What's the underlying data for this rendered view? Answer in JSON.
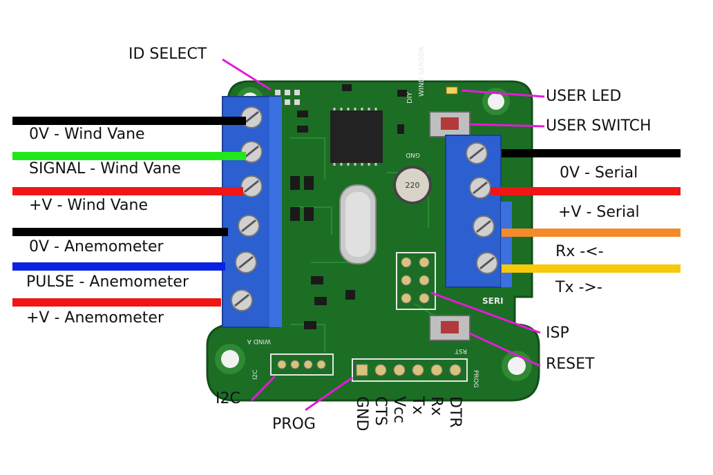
{
  "labels": {
    "id_select": "ID SELECT",
    "user_led": "USER LED",
    "user_switch": "USER SWITCH",
    "isp": "ISP",
    "reset": "RESET",
    "i2c": "I2C",
    "prog": "PROG"
  },
  "left_wires": [
    {
      "label": "0V - Wind Vane",
      "color": "#000000"
    },
    {
      "label": "SIGNAL - Wind Vane",
      "color": "#22e81b"
    },
    {
      "label": "+V - Wind Vane",
      "color": "#f01616"
    },
    {
      "label": "0V - Anemometer",
      "color": "#000000"
    },
    {
      "label": "PULSE - Anemometer",
      "color": "#0a22e0"
    },
    {
      "label": "+V - Anemometer",
      "color": "#f01616"
    }
  ],
  "right_wires": [
    {
      "label": "0V - Serial",
      "color": "#000000"
    },
    {
      "label": "+V - Serial",
      "color": "#f01616"
    },
    {
      "label": "Rx -<-",
      "color": "#f58a2a"
    },
    {
      "label": "Tx ->-",
      "color": "#f8c90a"
    }
  ],
  "prog_pins": [
    "GND",
    "CTS",
    "Vcc",
    "Tx",
    "Rx",
    "DTR"
  ],
  "board_silk": {
    "sensor_text": "WIND SENSOR",
    "diy": "DIY",
    "cap": "220",
    "serial": "SERI",
    "rst": "RST",
    "prog": "PROG",
    "i2c": "I2C",
    "wind_a": "WIND A",
    "gnd": "GND"
  },
  "colors": {
    "pcb": "#1c6e25",
    "pcb_edge": "#2f8a33",
    "terminal": "#2c5fcf",
    "callout": "#e619d8"
  }
}
